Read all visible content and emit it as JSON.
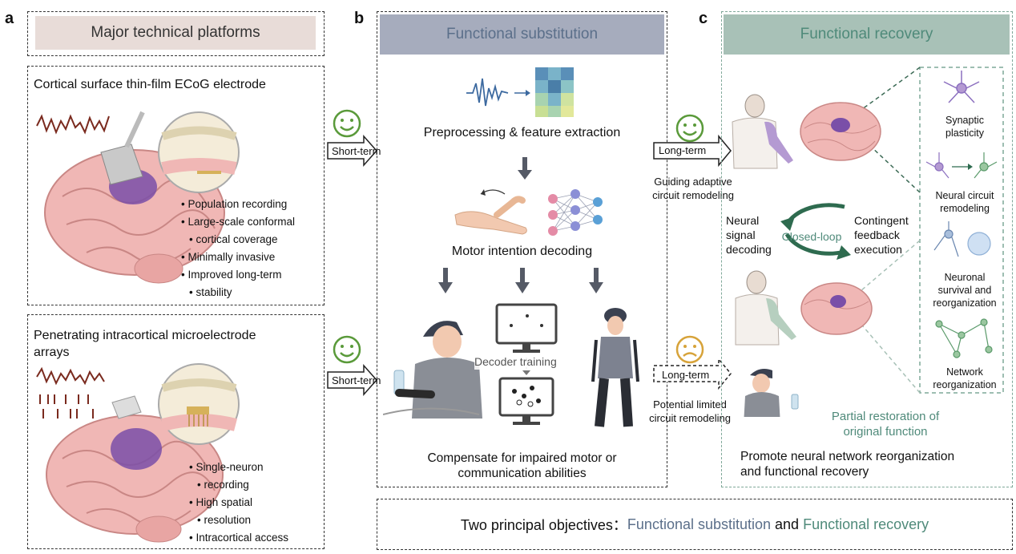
{
  "panels": {
    "a": "a",
    "b": "b",
    "c": "c"
  },
  "colors": {
    "header_a": "#e8dcd8",
    "header_b": "#a6acbd",
    "header_c": "#a8c1b7",
    "recovery_text": "#4f8a7a",
    "substitution_text": "#5b6f8a",
    "brain_pink": "#f0b7b5",
    "lesion_purple": "#7a4fa8",
    "loop_green": "#2e6b4f",
    "smiley_green": "#5a9a3a",
    "smiley_orange": "#d7a33a"
  },
  "panel_a": {
    "header": "Major technical platforms",
    "ecog": {
      "title": "Cortical surface thin-film ECoG electrode",
      "bullets": [
        "Population recording",
        "Large-scale conformal",
        "cortical coverage",
        "Minimally invasive",
        "Improved long-term",
        "stability"
      ]
    },
    "intracortical": {
      "title_line1": "Penetrating intracortical microelectrode",
      "title_line2": "arrays",
      "bullets": [
        "Single-neuron",
        "recording",
        "High spatial",
        "resolution",
        "Intracortical access"
      ]
    }
  },
  "arrows_ab": {
    "top": "Short-term",
    "bottom": "Short-term"
  },
  "panel_b": {
    "header": "Functional substitution",
    "step1": "Preprocessing & feature extraction",
    "step2": "Motor intention decoding",
    "decoder": "Decoder training",
    "bottom_line1": "Compensate for impaired motor or",
    "bottom_line2": "communication  abilities"
  },
  "arrows_bc": {
    "top": "Long-term",
    "top_caption_line1": "Guiding adaptive",
    "top_caption_line2": "circuit remodeling",
    "bottom": "Long-term",
    "bottom_caption_line1": "Potential limited",
    "bottom_caption_line2": "circuit remodeling"
  },
  "panel_c": {
    "header": "Functional recovery",
    "loop_center": "Closed-loop",
    "loop_left": [
      "Neural",
      "signal",
      "decoding"
    ],
    "loop_right": [
      "Contingent",
      "feedback",
      "execution"
    ],
    "partial_line1": "Partial restoration of",
    "partial_line2": "original function",
    "bottom_line1": "Promote neural network reorganization",
    "bottom_line2": "and functional recovery",
    "mechanisms": [
      {
        "line1": "Synaptic",
        "line2": "plasticity",
        "line3": ""
      },
      {
        "line1": "Neural circuit",
        "line2": "remodeling",
        "line3": ""
      },
      {
        "line1": "Neuronal",
        "line2": "survival and",
        "line3": "reorganization"
      },
      {
        "line1": "Network",
        "line2": "reorganization",
        "line3": ""
      }
    ]
  },
  "footer": {
    "prefix": "Two principal objectives：",
    "item1": "Functional substitution",
    "joiner": " and ",
    "item2": "Functional recovery"
  }
}
